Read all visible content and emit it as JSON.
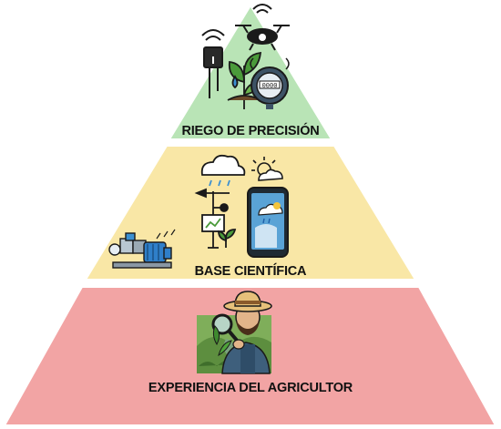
{
  "pyramid": {
    "tiers": [
      {
        "label": "RIEGO DE PRECISIÓN",
        "color": "#b9e4b6"
      },
      {
        "label": "BASE CIENTÍFICA",
        "color": "#f9e7a6"
      },
      {
        "label": "EXPERIENCIA DEL AGRICULTOR",
        "color": "#f2a4a4"
      }
    ],
    "icons": {
      "top": [
        "soil-sensor-icon",
        "drone-icon",
        "plant-icon",
        "water-meter-icon"
      ],
      "middle": [
        "weather-station-icon",
        "cloud-icon",
        "sun-cloud-icon",
        "smartphone-weather-icon",
        "water-pump-icon"
      ],
      "bottom": [
        "farmer-with-magnifier-icon"
      ]
    },
    "water_meter_reading": "0000"
  }
}
